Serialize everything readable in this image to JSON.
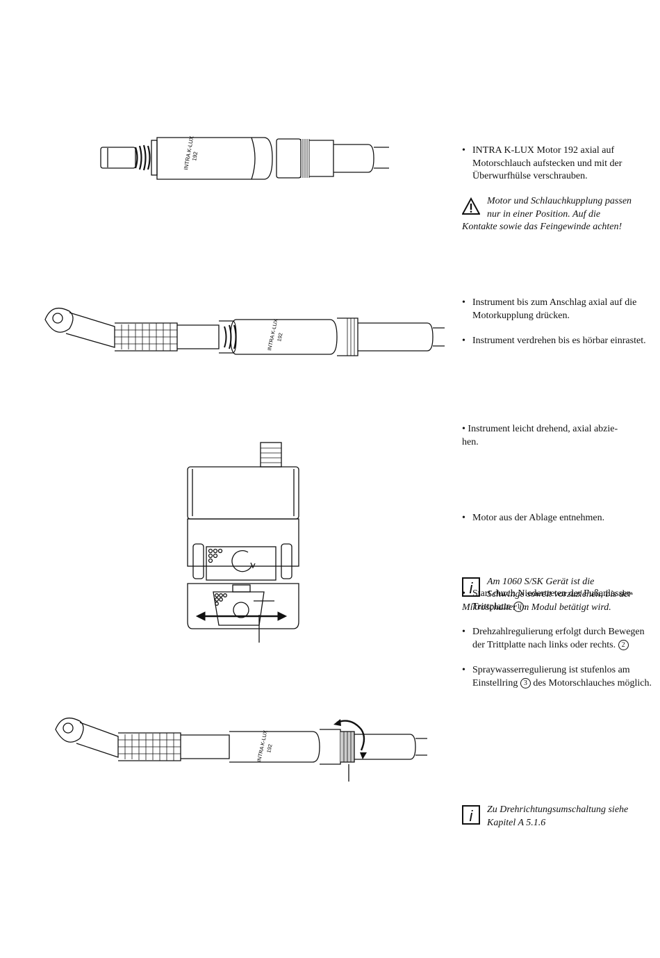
{
  "illustrations": {
    "motor_label_brand": "INTRA K-LUX",
    "motor_label_model": "192"
  },
  "steps": [
    {
      "bullets": [
        "INTRA K-LUX Motor 192 axial auf Motorschlauch aufstecken und mit der Überwurfhülse verschrauben."
      ],
      "note": {
        "icon": "warning-icon",
        "line1": "Motor und Schlauchkupplung passen",
        "line2": "nur in einer Position. Auf die",
        "rest": "Kontakte sowie das Feingewinde achten!"
      }
    },
    {
      "bullets": [
        "Instrument bis zum Anschlag axial auf die Motorkupplung drücken.",
        "Instrument verdrehen bis es hörbar einrastet."
      ]
    },
    {
      "bullet_1": "Instrument leicht drehend, axial abzie-",
      "bullet_2": "hen."
    },
    {
      "bullets": [
        "Motor aus der Ablage entnehmen."
      ],
      "note": {
        "icon": "info-icon",
        "line1": "Am 1060 S/SK Gerät ist die",
        "line2": "Schwinge soweit vorzuziehen, bis der",
        "rest": "Mikroschalter im Modul betätigt wird."
      },
      "start": {
        "text": "Start durch Niedertreten der Fußanlasser-Trittplatte",
        "marker": "1",
        "suffix": "."
      },
      "speed": {
        "text": "Drehzahlregulierung erfolgt durch Bewegen der Trittplatte nach links oder rechts.",
        "marker": "2"
      },
      "spray": {
        "text_before": "Spraywasserregulierung ist stufenlos am Einstellring",
        "marker": "3",
        "text_after": "des Motorschlauches möglich."
      },
      "note2": {
        "icon": "info-icon",
        "line1": "Zu Drehrichtungsumschaltung siehe",
        "line2": "Kapitel A 5.1.6"
      }
    }
  ],
  "bullet_char": "•"
}
